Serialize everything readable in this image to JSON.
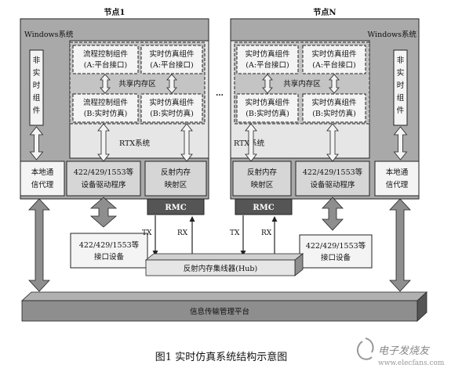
{
  "node1": {
    "title": "节点1",
    "os_label": "Windows系统",
    "nonrt_component": [
      "非",
      "实",
      "时",
      "组",
      "件"
    ],
    "shared_mem_label": "共享内存区",
    "rtx_label": "RTX系统",
    "comp_a_left": [
      "流程控制组件",
      "(A:平台接口)"
    ],
    "comp_a_right": [
      "实时仿真组件",
      "(A:平台接口)"
    ],
    "comp_b_left": [
      "流程控制组件",
      "(B:实时仿真)"
    ],
    "comp_b_right": [
      "实时仿真组件",
      "(B:实时仿真)"
    ],
    "local_agent": [
      "本地通",
      "信代理"
    ],
    "driver": [
      "422/429/1553等",
      "设备驱动程序"
    ],
    "reflect_map": [
      "反射内存",
      "映射区"
    ],
    "rmc": "RMC"
  },
  "nodeN": {
    "title": "节点N",
    "os_label": "Windows系统",
    "nonrt_component": [
      "非",
      "实",
      "时",
      "组",
      "件"
    ],
    "shared_mem_label": "共享内存区",
    "rtx_label": "RTX系统",
    "comp_a_left": [
      "实时仿真组件",
      "(A:平台接口)"
    ],
    "comp_a_right": [
      "实时仿真组件",
      "(A:平台接口)"
    ],
    "comp_b_left": [
      "实时仿真组件",
      "(B:实时仿真)"
    ],
    "comp_b_right": [
      "实时仿真组件",
      "(B:实时仿真)"
    ],
    "local_agent": [
      "本地通",
      "信代理"
    ],
    "driver": [
      "422/429/1553等",
      "设备驱动程序"
    ],
    "reflect_map": [
      "反射内存",
      "映射区"
    ],
    "rmc": "RMC"
  },
  "ellipsis": "…",
  "tx_label": "TX",
  "rx_label": "RX",
  "interface_dev": [
    "422/429/1553等",
    "接口设备"
  ],
  "hub": "反射内存集线器(Hub)",
  "platform": "信息传输管理平台",
  "caption": "图1    实时仿真系统结构示意图",
  "watermark": "电子发烧友",
  "watermark_url": "www.elecfans.com",
  "colors": {
    "node_fill": "#a9a9a9",
    "rtx_fill": "#e6e6e6",
    "box_fill": "#f4f4f4",
    "dark_fill": "#555555",
    "bus_fill": "#8e8e8e",
    "line": "#222222"
  }
}
